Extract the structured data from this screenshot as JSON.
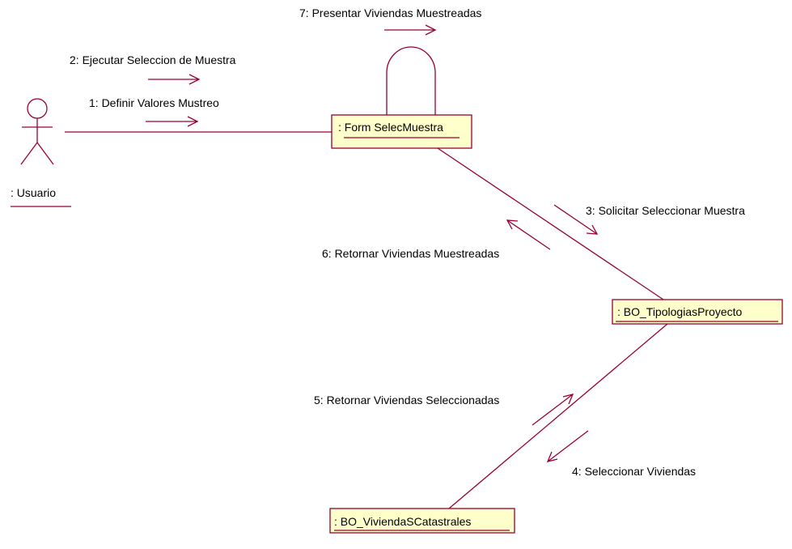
{
  "colors": {
    "line": "#990033",
    "box_fill": "#ffffcc",
    "box_border": "#990033",
    "text": "#000000",
    "background": "#ffffff"
  },
  "actor": {
    "icon": "stick-figure-icon",
    "label": ": Usuario"
  },
  "objects": {
    "form": ": Form SelecMuestra",
    "tipologias": ": BO_TipologiasProyecto",
    "viviendas": ": BO_ViviendaSCatastrales"
  },
  "messages": {
    "m1": "1: Definir Valores Mustreo",
    "m2": "2: Ejecutar Seleccion de Muestra",
    "m3": "3: Solicitar Seleccionar Muestra",
    "m4": "4: Seleccionar Viviendas",
    "m5": "5: Retornar Viviendas Seleccionadas",
    "m6": "6: Retornar Viviendas Muestreadas",
    "m7": "7: Presentar Viviendas Muestreadas"
  }
}
